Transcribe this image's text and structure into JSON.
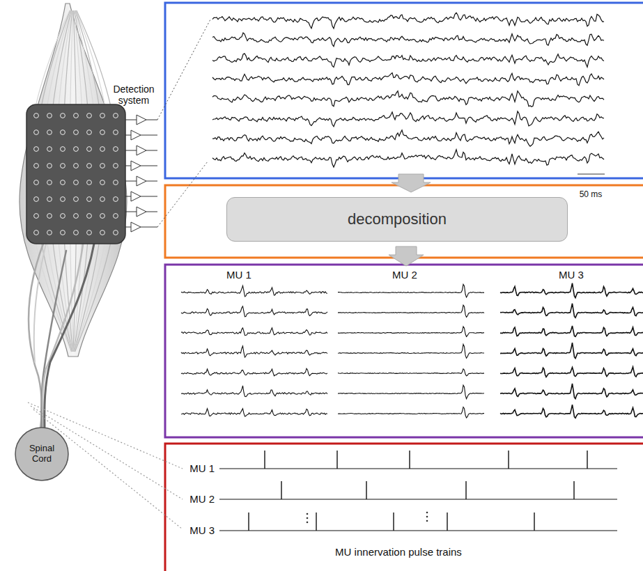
{
  "diagram": {
    "nodes": [
      {
        "text": [
          "Spinal Cord"
        ]
      },
      {
        "text": [
          "decomposition"
        ]
      }
    ],
    "labels": [
      "Detection system",
      "50 ms",
      "MU 1",
      "MU 2",
      "MU 3",
      "MU 1",
      "MU 2",
      "MU 3",
      "MU innervation pulse trains"
    ]
  }
}
